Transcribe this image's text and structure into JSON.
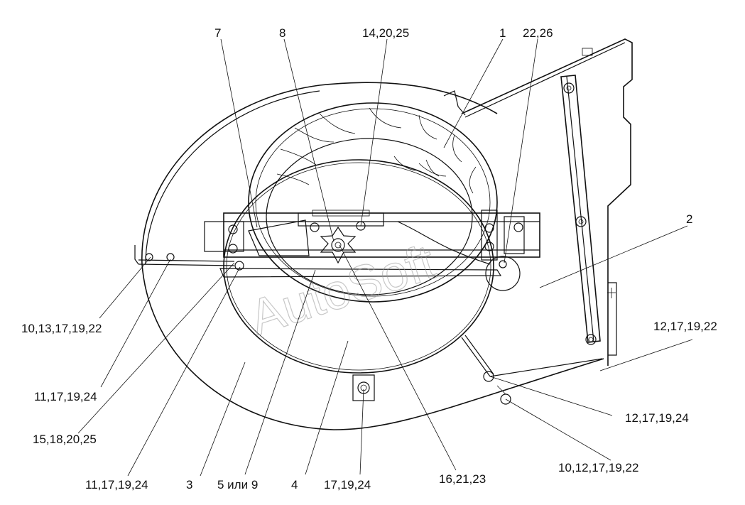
{
  "callouts": {
    "c7": "7",
    "c8": "8",
    "c14_20_25": "14,20,25",
    "c1": "1",
    "c22_26": "22,26",
    "c2": "2",
    "c10_13_17_19_22": "10,13,17,19,22",
    "c11_17_19_24_a": "11,17,19,24",
    "c15_18_20_25": "15,18,20,25",
    "c11_17_19_24_b": "11,17,19,24",
    "c3": "3",
    "c5_or_9": "5 или 9",
    "c4": "4",
    "c17_19_24": "17,19,24",
    "c16_21_23": "16,21,23",
    "c12_17_19_22": "12,17,19,22",
    "c12_17_19_24": "12,17,19,24",
    "c10_12_17_19_22": "10,12,17,19,22"
  },
  "watermark": "AutoSoft"
}
